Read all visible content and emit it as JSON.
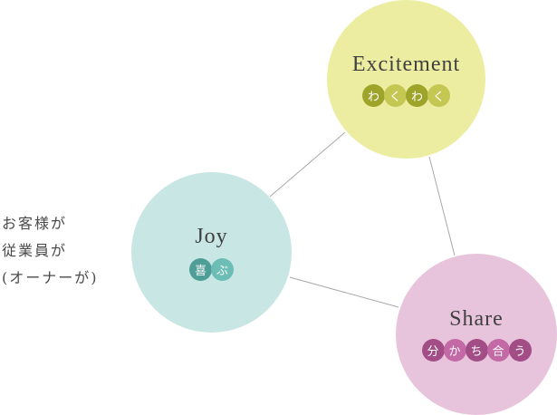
{
  "side_text": {
    "line1": "お客様が",
    "line2": "従業員が",
    "line3": "(オーナーが)"
  },
  "nodes": {
    "excitement": {
      "title": "Excitement",
      "chars": [
        "わ",
        "く",
        "わ",
        "く"
      ],
      "chip_colors": [
        "#9ea32a",
        "#c4c852",
        "#9ea32a",
        "#c4c852"
      ]
    },
    "joy": {
      "title": "Joy",
      "chars": [
        "喜",
        "ぶ"
      ],
      "chip_colors": [
        "#4e9d97",
        "#6cbdb6"
      ]
    },
    "share": {
      "title": "Share",
      "chars": [
        "分",
        "か",
        "ち",
        "合",
        "う"
      ],
      "chip_colors": [
        "#a34d87",
        "#c36aa6",
        "#a34d87",
        "#c36aa6",
        "#a34d87"
      ]
    }
  },
  "colors": {
    "excitement_fill": "#eceda1",
    "joy_fill": "#c8e6e4",
    "share_fill": "#e8c4dc",
    "connector": "#a9a9a9"
  }
}
